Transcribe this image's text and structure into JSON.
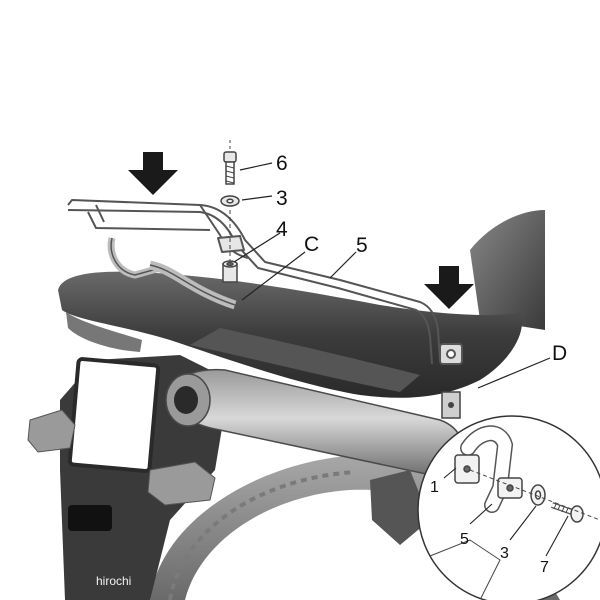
{
  "labels": {
    "screw": "6",
    "washer": "3",
    "spacer": "4",
    "point_c": "C",
    "rack": "5",
    "point_d": "D"
  },
  "detail_labels": {
    "mount_point": "1",
    "bracket": "5",
    "washer": "3",
    "bolt": "7"
  },
  "watermark": "hirochi",
  "colors": {
    "body_dark": "#3a3a3a",
    "tire": "#8c8c8c",
    "rack_outline": "#555555",
    "arrow": "#1a1a1a"
  }
}
